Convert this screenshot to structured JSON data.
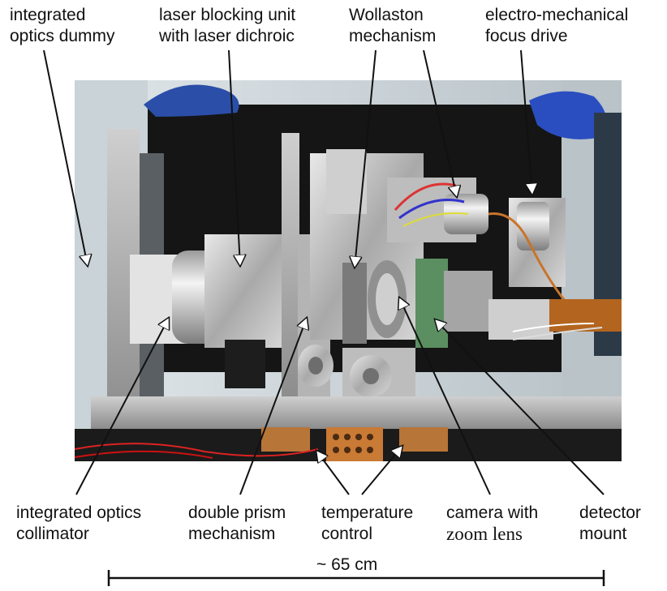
{
  "labels": {
    "integrated_optics_dummy": [
      "integrated",
      "optics dummy"
    ],
    "laser_blocking_unit": [
      "laser blocking unit",
      "with laser dichroic"
    ],
    "wollaston_mechanism": [
      "Wollaston",
      "mechanism"
    ],
    "focus_drive": [
      "electro-mechanical",
      "focus drive"
    ],
    "integrated_optics_collimator": [
      "integrated optics",
      "collimator"
    ],
    "double_prism_mechanism": [
      "double prism",
      "mechanism"
    ],
    "temperature_control": [
      "temperature",
      "control"
    ],
    "camera_with_zoom_lens": [
      "camera with",
      "zoom lens"
    ],
    "detector_mount": [
      "detector",
      "mount"
    ]
  },
  "scale_bar": {
    "label": "~ 65 cm"
  }
}
